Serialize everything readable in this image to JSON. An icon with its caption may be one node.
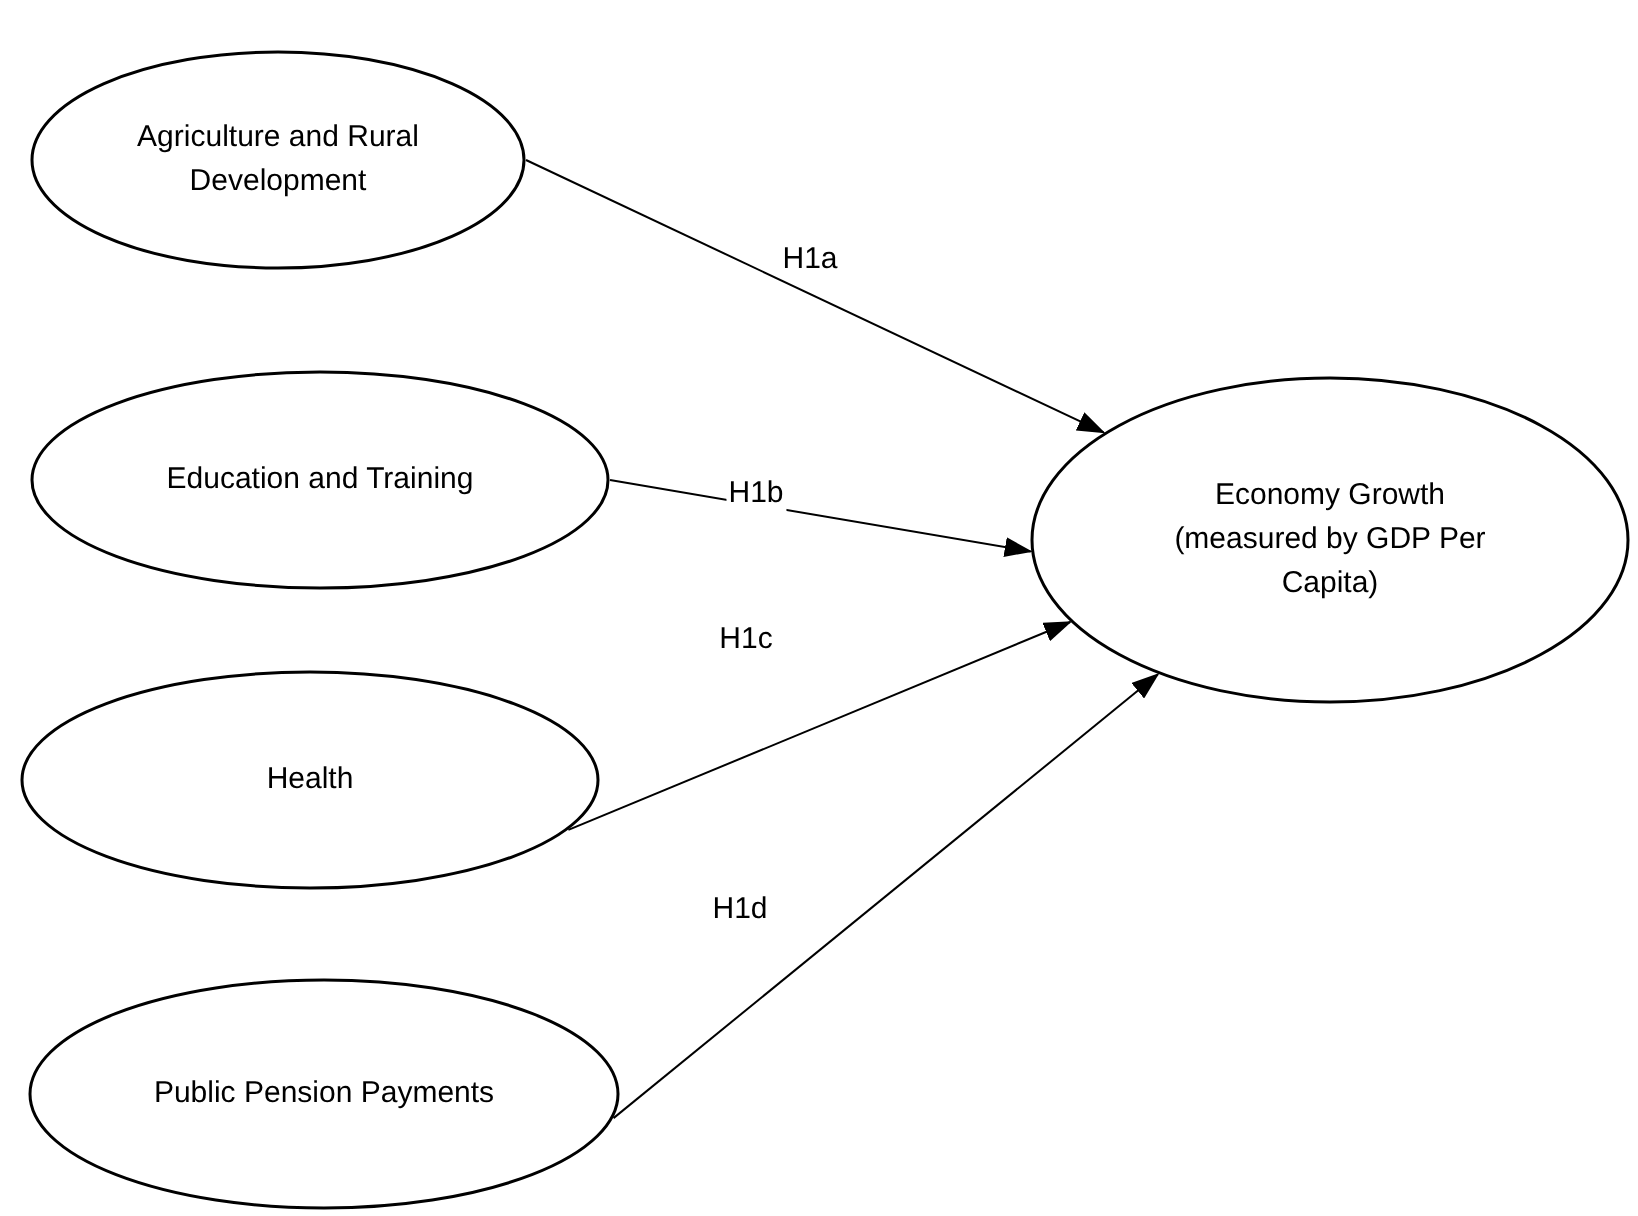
{
  "diagram": {
    "nodes": [
      {
        "text": [
          "Agriculture and Rural Development"
        ]
      },
      {
        "text": [
          "Education and Training"
        ]
      },
      {
        "text": [
          "Health"
        ]
      },
      {
        "text": [
          "Public Pension Payments"
        ]
      },
      {
        "text": [
          "Economy Growth (measured by GDP Per Capita)"
        ]
      }
    ],
    "edges": [
      {
        "from": 0,
        "to": 4,
        "arrow": "to",
        "label": "H1a"
      },
      {
        "from": 1,
        "to": 4,
        "arrow": "to",
        "label": "H1b"
      },
      {
        "from": 2,
        "to": 4,
        "arrow": "to",
        "label": "H1c"
      },
      {
        "from": 3,
        "to": 4,
        "arrow": "to",
        "label": "H1d"
      }
    ]
  }
}
